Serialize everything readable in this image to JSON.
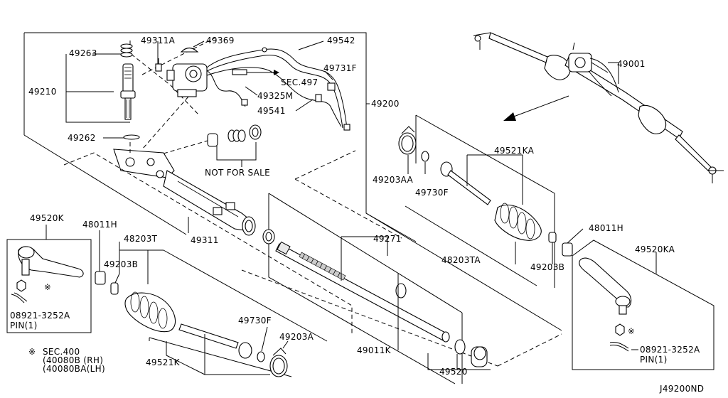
{
  "diagram_code": "J49200ND",
  "labels": {
    "p49311A": "49311A",
    "p49369": "49369",
    "p49542": "49542",
    "p49263": "49263",
    "p49210": "49210",
    "sec497": "SEC.497",
    "p49731F": "49731F",
    "p49325M": "49325M",
    "p49541": "49541",
    "p49200": "49200",
    "p49001": "49001",
    "p49262": "49262",
    "not_for_sale": "NOT FOR SALE",
    "p49521KA": "49521KA",
    "p49203AA": "49203AA",
    "p49730F_top": "49730F",
    "p49311": "49311",
    "p49520K": "49520K",
    "p48011H_left": "48011H",
    "p48203T": "48203T",
    "p49271": "49271",
    "p48011H_right": "48011H",
    "p48203TA": "48203TA",
    "p49520KA": "49520KA",
    "p49203B_left": "49203B",
    "p49203B_right": "49203B",
    "pin_part_left": "08921-3252A",
    "pin_left": "PIN(1)",
    "p49730F_bottom": "49730F",
    "p49203A": "49203A",
    "p49011K": "49011K",
    "pin_part_right": "08921-3252A",
    "pin_right": "PIN(1)",
    "note_mark": "※",
    "sec400": "SEC.400",
    "ref_rh": "(40080B (RH)",
    "ref_lh": "(40080BA(LH)",
    "p49521K": "49521K",
    "p49520": "49520"
  }
}
